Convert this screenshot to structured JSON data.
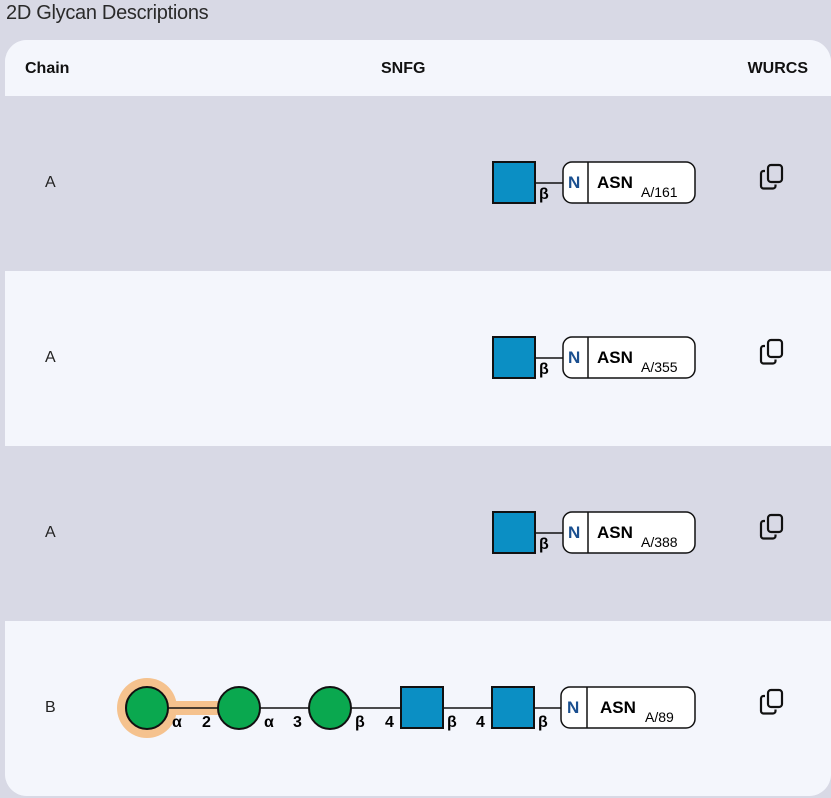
{
  "section_title": "2D Glycan Descriptions",
  "table": {
    "headers": {
      "chain": "Chain",
      "snfg": "SNFG",
      "wurcs": "WURCS"
    },
    "rows": [
      {
        "chain": "A",
        "residue": "ASN",
        "site": "A/161",
        "n_label": "N",
        "anomer": "β"
      },
      {
        "chain": "A",
        "residue": "ASN",
        "site": "A/355",
        "n_label": "N",
        "anomer": "β"
      },
      {
        "chain": "A",
        "residue": "ASN",
        "site": "A/388",
        "n_label": "N",
        "anomer": "β"
      },
      {
        "chain": "B",
        "residue": "ASN",
        "site": "A/89",
        "n_label": "N",
        "links": [
          "α",
          "2",
          "α",
          "3",
          "β",
          "4",
          "β",
          "4",
          "β"
        ]
      }
    ]
  },
  "colors": {
    "glcnac_blue": "#0b8fc4",
    "mannose_green": "#0aa84f",
    "highlight": "#f5c28e",
    "n_blue": "#1a4f8f"
  },
  "icons": {
    "copy": "copy-icon"
  }
}
